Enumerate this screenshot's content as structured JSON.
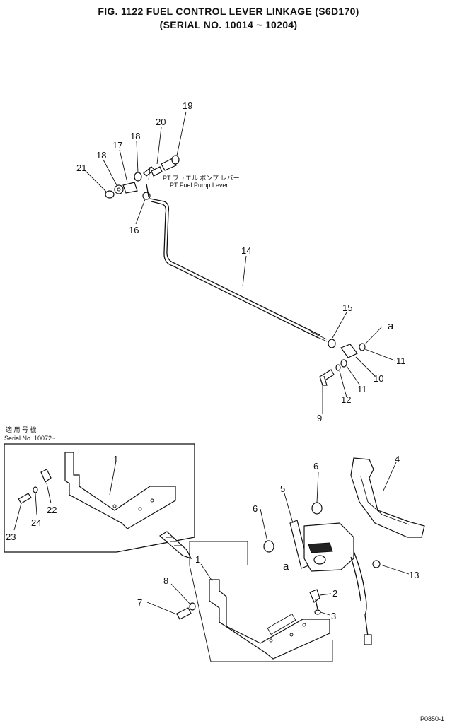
{
  "title": {
    "line1": "FIG. 1122  FUEL CONTROL LEVER LINKAGE (S6D170)",
    "line2": "(SERIAL NO. 10014 ~ 10204)"
  },
  "pump_lever_label": {
    "jp": "PT フュエル ポンプ レバー",
    "en": "PT Fuel Pump Lever"
  },
  "inset_label": {
    "jp": "適 用 号 機",
    "en": "Serial No. 10072~"
  },
  "ref_label_a": "a",
  "page_code": "P0850-1",
  "callouts": {
    "n1": "1",
    "n1b": "1",
    "n2": "2",
    "n3": "3",
    "n4": "4",
    "n5": "5",
    "n6a": "6",
    "n6b": "6",
    "n7": "7",
    "n8": "8",
    "n9": "9",
    "n10": "10",
    "n11a": "11",
    "n11b": "11",
    "n12": "12",
    "n13": "13",
    "n14": "14",
    "n15": "15",
    "n16": "16",
    "n17": "17",
    "n18a": "18",
    "n18b": "18",
    "n19": "19",
    "n20": "20",
    "n21": "21",
    "n22": "22",
    "n23": "23",
    "n24": "24"
  }
}
